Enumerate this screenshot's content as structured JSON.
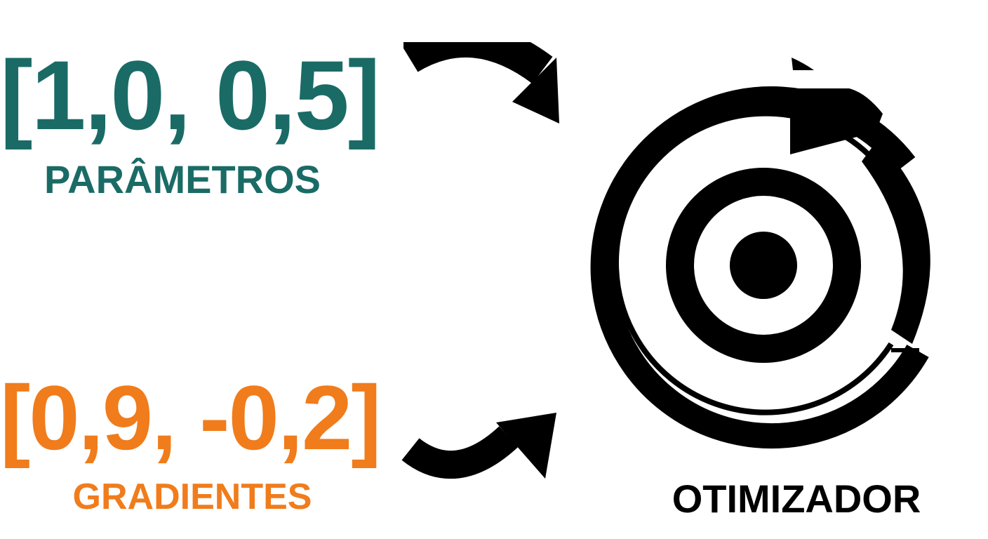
{
  "parameters": {
    "vector": "[1,0, 0,5]",
    "label": "PARÂMETROS",
    "color": "#1a6b66"
  },
  "gradients": {
    "vector": "[0,9, -0,2]",
    "label": "GRADIENTES",
    "color": "#f07c1c"
  },
  "optimizer": {
    "label": "OTIMIZADOR",
    "icon": "optimizer-dial-icon",
    "color": "#000000"
  },
  "arrows": {
    "top_icon": "curved-arrow-right-icon",
    "bottom_icon": "curved-arrow-up-right-icon",
    "color": "#000000"
  }
}
